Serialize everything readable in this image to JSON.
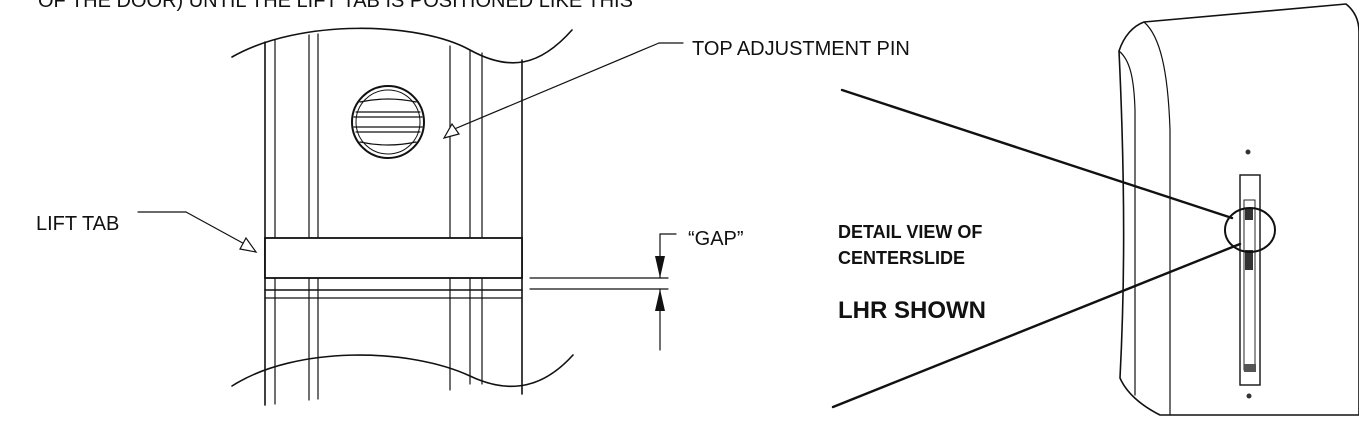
{
  "header_text": "OF THE DOOR) UNTIL THE LIFT TAB IS POSITIONED LIKE THIS",
  "labels": {
    "top_adjustment_pin": "TOP ADJUSTMENT PIN",
    "lift_tab": "LIFT TAB",
    "gap": "“GAP”",
    "detail_line1": "DETAIL VIEW OF",
    "detail_line2": "CENTERSLIDE",
    "lhr_shown": "LHR SHOWN"
  }
}
